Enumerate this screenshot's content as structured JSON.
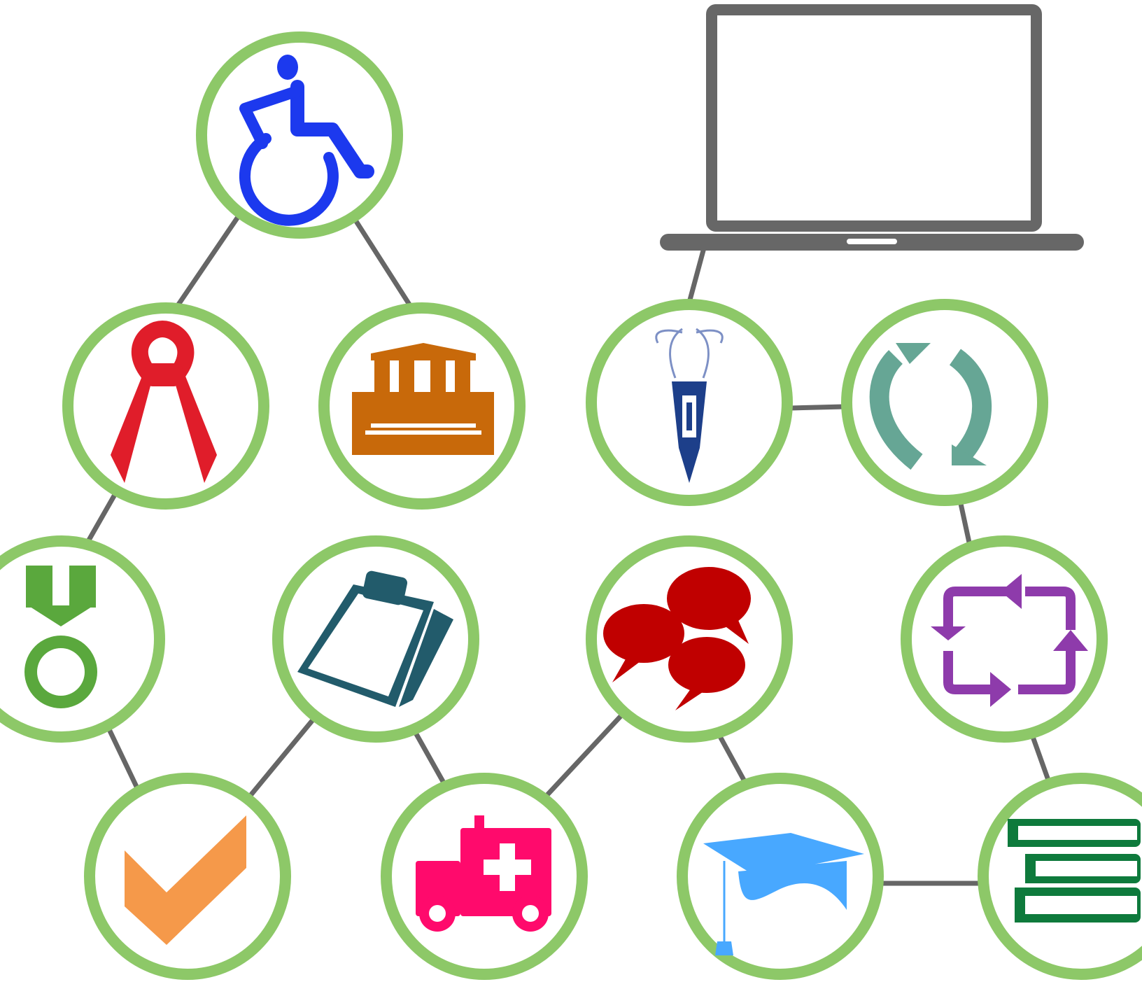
{
  "colors": {
    "ring": "#8dc868",
    "edge": "#666666",
    "laptop": "#676767"
  },
  "nodes": [
    {
      "id": "accessibility",
      "icon": "wheelchair-icon",
      "color": "#1c39ee"
    },
    {
      "id": "awareness",
      "icon": "ribbon-icon",
      "color": "#e01d2a"
    },
    {
      "id": "institution",
      "icon": "building-icon",
      "color": "#c8690a"
    },
    {
      "id": "award",
      "icon": "medal-icon",
      "color": "#5aa83d"
    },
    {
      "id": "assessment",
      "icon": "clipboard-icon",
      "color": "#225b6b"
    },
    {
      "id": "approval",
      "icon": "checkmark-icon",
      "color": "#f5994a"
    },
    {
      "id": "emergency",
      "icon": "ambulance-icon",
      "color": "#ff0a6c"
    },
    {
      "id": "writing",
      "icon": "pen-icon",
      "color": "#1d3f8a"
    },
    {
      "id": "update",
      "icon": "refresh-arrows-icon",
      "color": "#66a695"
    },
    {
      "id": "discussion",
      "icon": "speech-bubbles-icon",
      "color": "#c00000"
    },
    {
      "id": "cycle",
      "icon": "cycle-arrows-icon",
      "color": "#8e3bab"
    },
    {
      "id": "graduation",
      "icon": "graduation-cap-icon",
      "color": "#48a8ff"
    },
    {
      "id": "library",
      "icon": "books-icon",
      "color": "#0e7a3c"
    },
    {
      "id": "computer",
      "icon": "laptop-icon",
      "color": "#676767"
    }
  ],
  "edges": [
    [
      "accessibility",
      "awareness"
    ],
    [
      "accessibility",
      "institution"
    ],
    [
      "awareness",
      "award"
    ],
    [
      "award",
      "approval"
    ],
    [
      "approval",
      "assessment"
    ],
    [
      "assessment",
      "emergency"
    ],
    [
      "emergency",
      "discussion"
    ],
    [
      "discussion",
      "graduation"
    ],
    [
      "graduation",
      "library"
    ],
    [
      "library",
      "cycle"
    ],
    [
      "cycle",
      "update"
    ],
    [
      "update",
      "writing"
    ],
    [
      "writing",
      "computer"
    ]
  ]
}
